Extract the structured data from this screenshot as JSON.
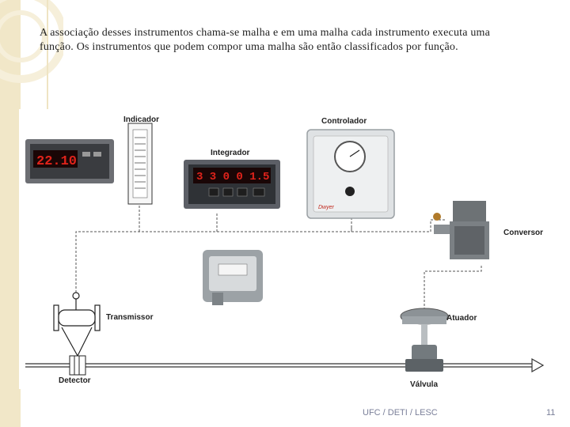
{
  "intro_text": "A associação desses instrumentos chama-se malha e em uma malha cada instrumento executa uma função. Os instrumentos que podem compor uma malha são então classificados por função.",
  "diagram": {
    "labels": {
      "indicador": "Indicador",
      "integrador": "Integrador",
      "controlador": "Controlador",
      "conversor": "Conversor",
      "transmissor": "Transmissor",
      "atuador": "Atuador",
      "detector": "Detector",
      "valvula": "Válvula"
    },
    "indicator_display": "22.10",
    "integrator_display": "3 3 0 0 1.5",
    "controller_brand": "Dwyer"
  },
  "footer": {
    "center": "UFC / DETI / LESC",
    "page": "11"
  },
  "colors": {
    "side_band": "#f1e7c8",
    "display_red": "#e0231b",
    "footer_text": "#7a7f99"
  }
}
